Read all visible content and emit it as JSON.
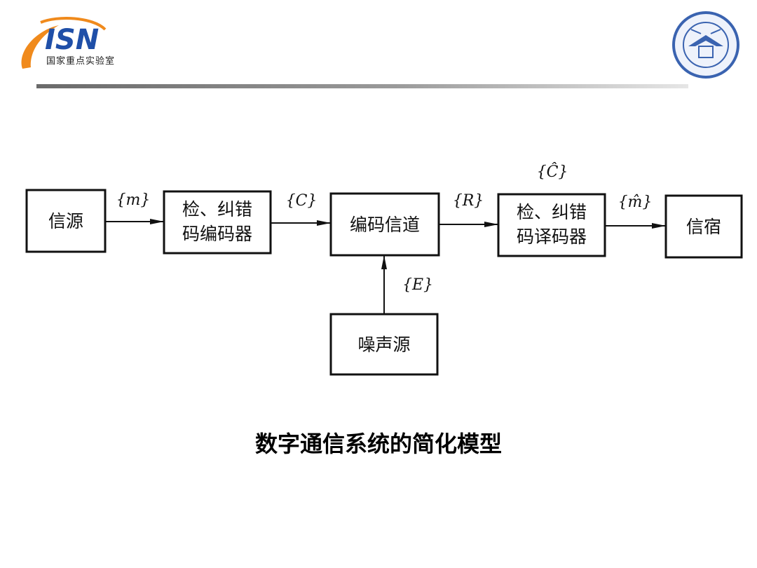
{
  "header": {
    "logo_text": "国家重点实验室",
    "logo_mark": "ISN",
    "emblem_icon": "university-seal-icon"
  },
  "diagram": {
    "blocks": {
      "source": "信源",
      "encoder_line1": "检、纠错",
      "encoder_line2": "码编码器",
      "channel": "编码信道",
      "decoder_line1": "检、纠错",
      "decoder_line2": "码译码器",
      "sink": "信宿",
      "noise": "噪声源"
    },
    "signals": {
      "m": "{m}",
      "c": "{C}",
      "r": "{R}",
      "c_hat": "{Ĉ}",
      "m_hat": "{m̂}",
      "e": "{E}"
    }
  },
  "caption": "数字通信系统的简化模型",
  "colors": {
    "logo_blue": "#1f4fa8",
    "logo_orange": "#f08a1c",
    "emblem_blue": "#3a63b0"
  }
}
